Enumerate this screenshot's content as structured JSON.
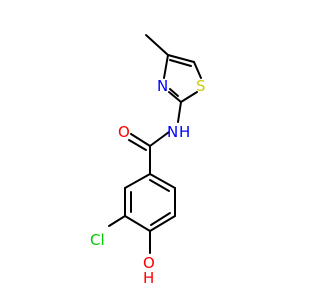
{
  "atoms": {
    "O_carbonyl": {
      "label": "O",
      "color": "#ff0000"
    },
    "N_amide": {
      "label": "N",
      "color": "#0000ff"
    },
    "H_amide": {
      "label": "H",
      "color": "#0000ff"
    },
    "N_ring": {
      "label": "N",
      "color": "#0000ff"
    },
    "S_ring": {
      "label": "S",
      "color": "#cccc00"
    },
    "Cl": {
      "label": "Cl",
      "color": "#00cc00"
    },
    "O_hydroxyl": {
      "label": "O",
      "color": "#ff0000"
    },
    "H_hydroxyl": {
      "label": "H",
      "color": "#ff0000"
    }
  },
  "colors": {
    "bond": "#000000",
    "background": "#ffffff"
  }
}
